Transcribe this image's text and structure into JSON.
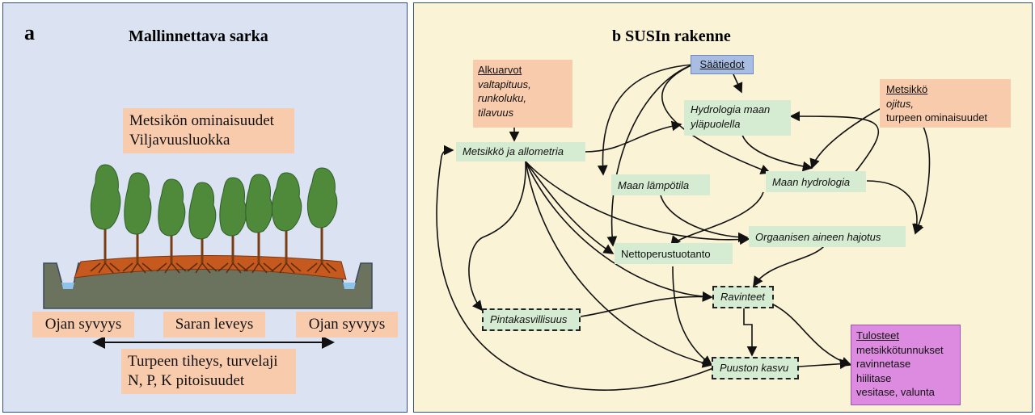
{
  "panel_a": {
    "letter": "a",
    "title": "Mallinnettava sarka",
    "stand_box": [
      "Metsikön ominaisuudet",
      "Viljavuusluokka"
    ],
    "ditch_left": "Ojan syvyys",
    "strip_width": "Saran leveys",
    "ditch_right": "Ojan syvyys",
    "peat_box": [
      "Turpeen tiheys, turvelaji",
      "N, P, K pitoisuudet"
    ]
  },
  "panel_b": {
    "title": "b SUSIn rakenne",
    "initial": {
      "heading": "Alkuarvot",
      "lines": [
        "valtapituus,",
        "runkoluku,",
        "tilavuus"
      ]
    },
    "weather": "Säätiedot",
    "stand_input": {
      "heading": "Metsikkö",
      "line1": "ojitus,",
      "line2": "turpeen ominaisuudet"
    },
    "allometry": "Metsikkö ja allometria",
    "hydro_above": [
      "Hydrologia maan",
      "yläpuolella"
    ],
    "soil_temp": "Maan lämpötila",
    "soil_hydro": "Maan hydrologia",
    "decomp": "Orgaanisen aineen hajotus",
    "npp": "Nettoperustuotanto",
    "nutrients": "Ravinteet",
    "ground_veg": "Pintakasvillisuus",
    "tree_growth": "Puuston kasvu",
    "outputs": {
      "heading": "Tulosteet",
      "lines": [
        "metsikkötunnukset",
        "ravinnetase",
        "hiilitase",
        "vesitase, valunta"
      ]
    }
  },
  "colors": {
    "panel_a_bg": "#dbe3f3",
    "panel_b_bg": "#fbf3d6",
    "input_box": "#f9cbad",
    "process_box": "#d6ecd2",
    "weather_box": "#a9bde3",
    "output_box": "#dd8be0",
    "tree_green": "#4f8a3a",
    "peat": "#c65a1e",
    "soil": "#6b735e"
  }
}
